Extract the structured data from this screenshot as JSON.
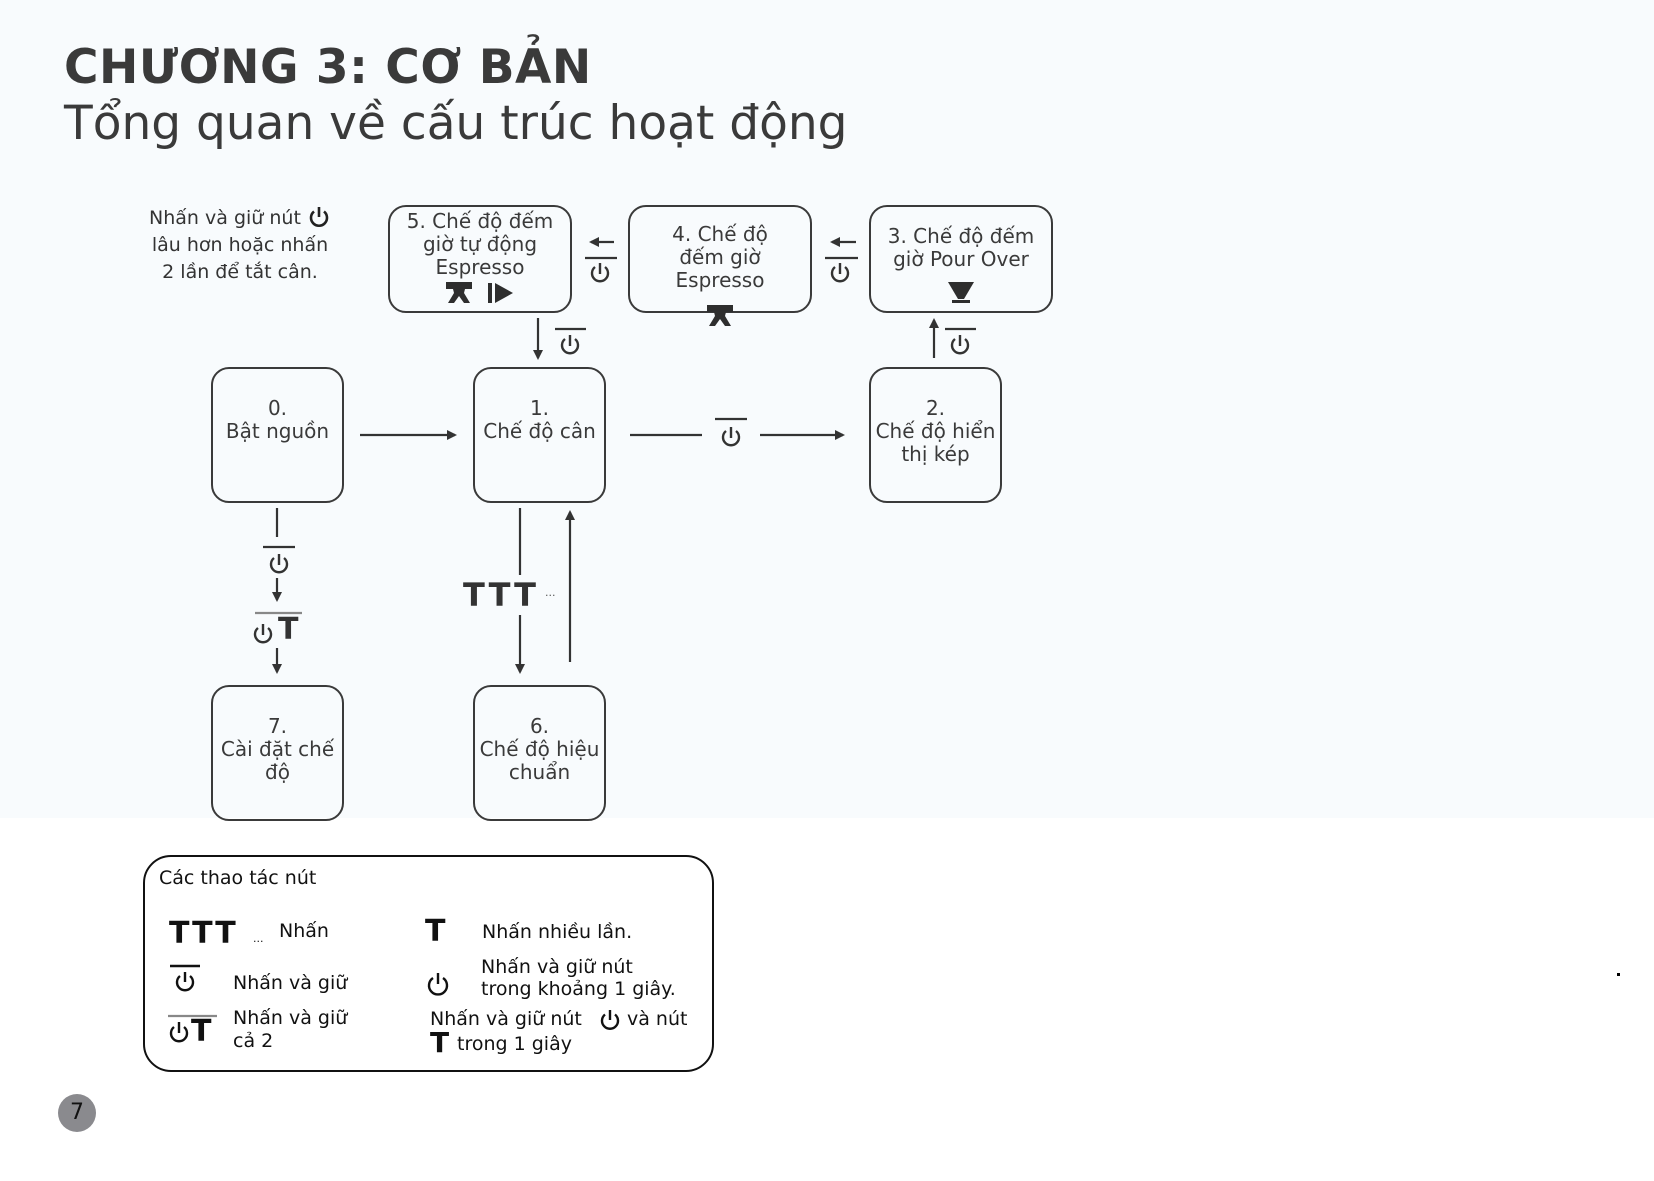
{
  "header": {
    "chapter_title": "CHƯƠNG 3: CƠ BẢN",
    "subtitle": "Tổng quan về cấu trúc hoạt động"
  },
  "diagram": {
    "power_off_note": "Nhấn và giữ nút ⏻ lâu hơn hoặc nhấn 2 lần để tắt cân.",
    "power_off_note_lines": [
      "Nhấn và giữ nút",
      "lâu hơn hoặc nhấn",
      "2 lần để tắt cân."
    ],
    "modes": [
      {
        "id": 0,
        "number": "0.",
        "label": "Bật nguồn"
      },
      {
        "id": 1,
        "number": "1.",
        "label": "Chế độ cân"
      },
      {
        "id": 2,
        "number": "2.",
        "label": "Chế độ hiển thị kép"
      },
      {
        "id": 3,
        "number": "",
        "label": "3. Chế độ đếm giờ Pour Over",
        "icon": "pour-over-dripper-icon"
      },
      {
        "id": 4,
        "number": "",
        "label": "4. Chế độ đếm giờ Espresso",
        "icon": "espresso-portafilter-icon"
      },
      {
        "id": 5,
        "number": "",
        "label": "5. Chế độ đếm giờ tự động Espresso",
        "icon": "espresso-auto-play-icon"
      },
      {
        "id": 6,
        "number": "6.",
        "label": "Chế độ hiệu chuẩn"
      },
      {
        "id": 7,
        "number": "7.",
        "label": "Cài đặt chế độ"
      }
    ],
    "transitions": [
      {
        "from": 0,
        "to": 1,
        "action": "auto"
      },
      {
        "from": 1,
        "to": 2,
        "action": "press-and-hold-power"
      },
      {
        "from": 2,
        "to": 3,
        "action": "press-and-hold-power"
      },
      {
        "from": 3,
        "to": 4,
        "action": "press-and-hold-power"
      },
      {
        "from": 4,
        "to": 5,
        "action": "press-and-hold-power"
      },
      {
        "from": 5,
        "to": 1,
        "action": "press-and-hold-power"
      },
      {
        "from": 1,
        "to": 6,
        "action": "press-tare-multiple"
      },
      {
        "from": 6,
        "to": 1,
        "action": "return"
      },
      {
        "from": 0,
        "to": 7,
        "action": "press-and-hold-power then press-and-hold-both"
      }
    ],
    "tare_press_label": "TTT",
    "tare_press_dots": "...",
    "both_label": "T"
  },
  "legend": {
    "title": "Các thao tác nút",
    "items": [
      {
        "symbol": "TTT",
        "dots": "...",
        "text": "Nhấn"
      },
      {
        "symbol": "T",
        "text": "Nhấn nhiều lần."
      },
      {
        "symbol": "power-hold",
        "text": "Nhấn và giữ"
      },
      {
        "symbol": "power",
        "text_line1": "Nhấn và giữ nút",
        "text_line2": "trong khoảng 1 giây."
      },
      {
        "symbol": "power-tare-hold",
        "text_line1": "Nhấn và giữ",
        "text_line2": "cả 2"
      },
      {
        "symbol": "power-and-T",
        "text_line1a": "Nhấn và giữ nút",
        "text_line1b": "và nút",
        "text_line2": "trong 1 giây"
      }
    ],
    "t_glyph": "T"
  },
  "footer": {
    "page_number": "7"
  }
}
